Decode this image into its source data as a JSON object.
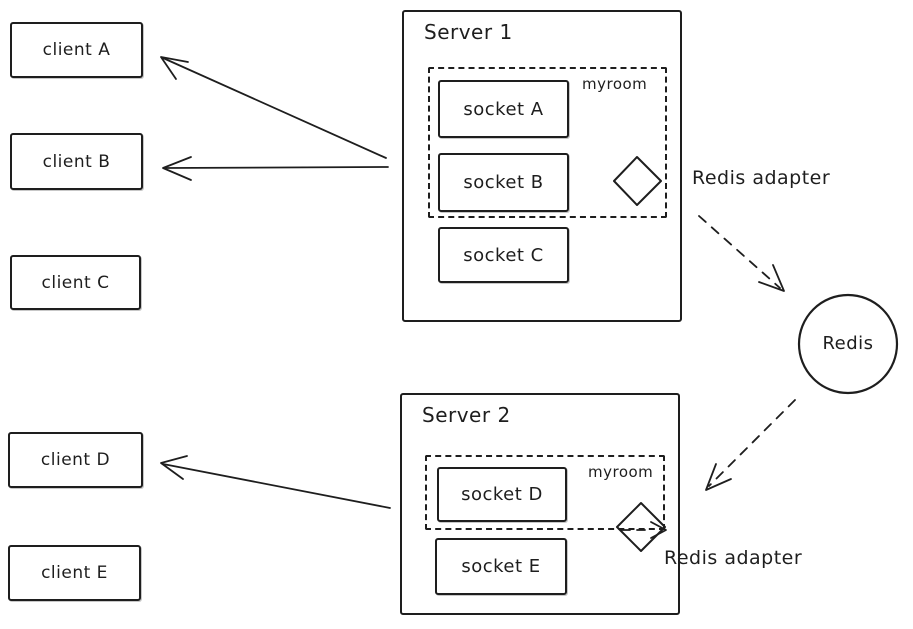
{
  "clients": [
    {
      "label": "client A"
    },
    {
      "label": "client B"
    },
    {
      "label": "client C"
    },
    {
      "label": "client D"
    },
    {
      "label": "client E"
    }
  ],
  "servers": [
    {
      "title": "Server 1",
      "room_label": "myroom",
      "adapter_label": "Redis adapter",
      "sockets": [
        "socket A",
        "socket B",
        "socket C"
      ]
    },
    {
      "title": "Server 2",
      "room_label": "myroom",
      "adapter_label": "Redis adapter",
      "sockets": [
        "socket D",
        "socket E"
      ]
    }
  ],
  "redis": {
    "label": "Redis"
  },
  "colors": {
    "stroke": "#1e1e1e",
    "background": "#ffffff"
  }
}
